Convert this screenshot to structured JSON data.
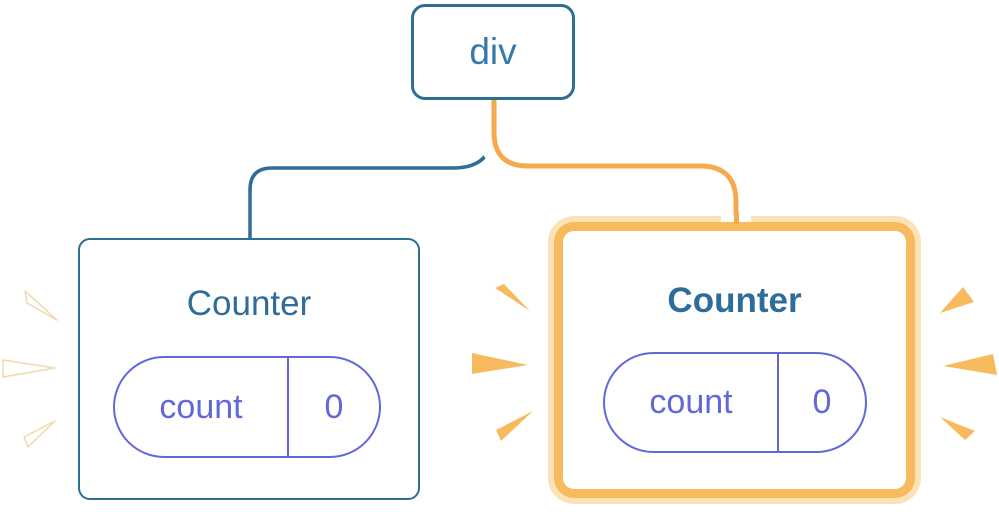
{
  "diagram": {
    "description": "React component tree: a div root with two Counter children; the right Counter is highlighted (state reset/re-created) with orange halo and sparks",
    "root": {
      "label": "div"
    },
    "children": [
      {
        "id": "counter-left",
        "title": "Counter",
        "highlighted": false,
        "state": {
          "key": "count",
          "value": "0"
        },
        "sparks": {
          "side": "left",
          "color": "#ffffff"
        }
      },
      {
        "id": "counter-right",
        "title": "Counter",
        "highlighted": true,
        "state": {
          "key": "count",
          "value": "0"
        },
        "sparks": {
          "side": "both",
          "color": "#f8ba5e"
        }
      }
    ],
    "edges": [
      {
        "from": "div",
        "to": "counter-left",
        "color": "#2e6e99"
      },
      {
        "from": "div",
        "to": "counter-right",
        "color": "#f5ab4d",
        "casing": "#ffffff"
      }
    ],
    "colors": {
      "blue_border": "#2d6e93",
      "blue_text": "#2e6d99",
      "root_text": "#3879a9",
      "purple": "#6168d8",
      "orange_border": "#f8ba5e",
      "orange_halo": "#fce3b7",
      "orange_edge": "#f5ab4d",
      "white_spark_edge": "#f0d8ac"
    }
  }
}
